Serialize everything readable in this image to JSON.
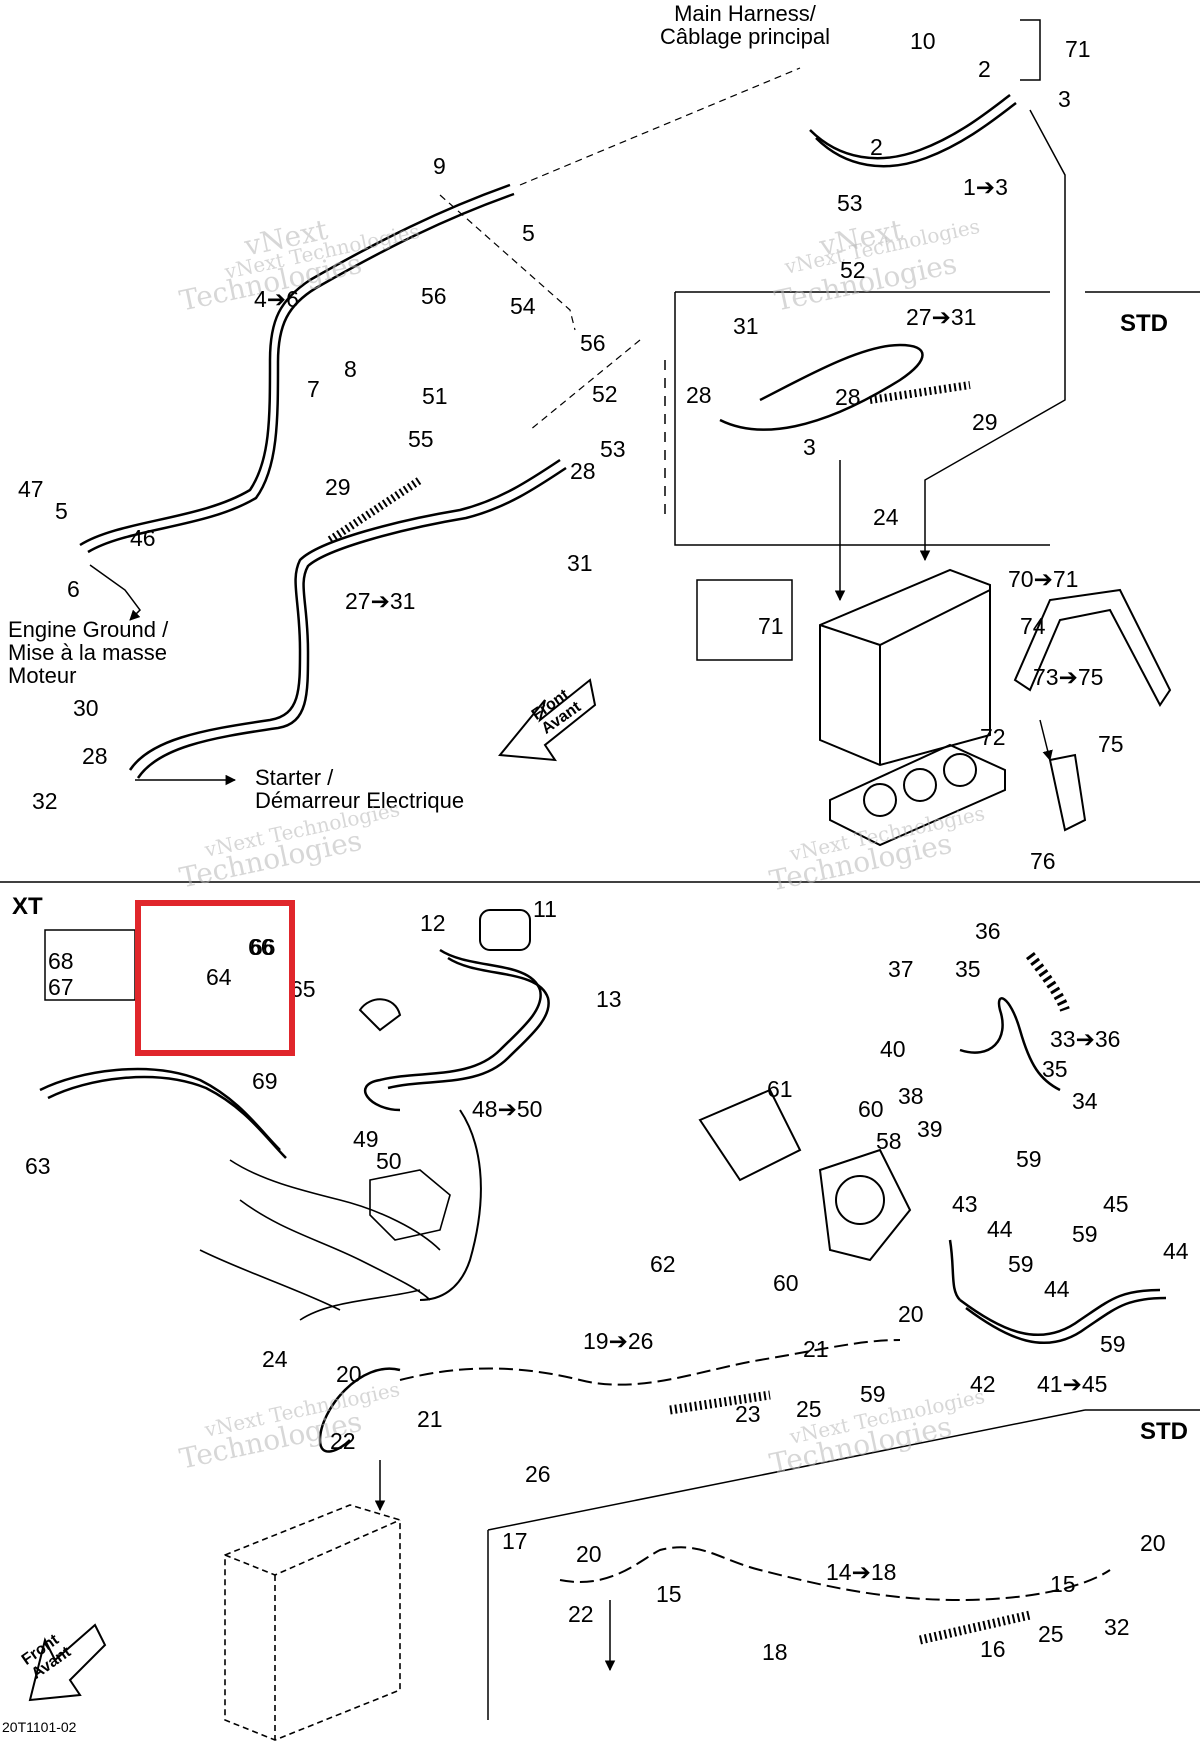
{
  "diagram": {
    "callouts": {
      "main_harness": "Main Harness/\nCâblage principal",
      "engine_ground": "Engine Ground /\nMise à la masse\nMoteur",
      "starter": "Starter /\nDémarreur Electrique"
    },
    "section_labels": {
      "std_top": "STD",
      "xt": "XT",
      "std_bottom": "STD"
    },
    "front_arrow": "Front\nAvant",
    "watermark": {
      "line1": "vNext Technologies",
      "line2": "Technologies",
      "line3": "vNext"
    },
    "figure_code": "20T1101-02",
    "highlight_color": "#e0262b",
    "top_labels": [
      "10",
      "71",
      "2",
      "3",
      "2",
      "1➔3",
      "9",
      "5",
      "53",
      "52",
      "4➔6",
      "56",
      "54",
      "56",
      "8",
      "7",
      "51",
      "52",
      "55",
      "53",
      "28",
      "31",
      "27➔31",
      "28",
      "29",
      "3",
      "28",
      "29",
      "24",
      "47",
      "5",
      "46",
      "6",
      "27➔31",
      "31",
      "70➔71",
      "71",
      "74",
      "73➔75",
      "72",
      "75",
      "30",
      "28",
      "32",
      "76"
    ],
    "bottom_labels": [
      "11",
      "12",
      "13",
      "36",
      "37",
      "35",
      "33➔36",
      "40",
      "35",
      "38",
      "34",
      "39",
      "59",
      "66",
      "68",
      "64",
      "67",
      "65",
      "69",
      "63",
      "48➔50",
      "49",
      "50",
      "61",
      "60",
      "58",
      "62",
      "60",
      "43",
      "44",
      "45",
      "59",
      "44",
      "59",
      "44",
      "59",
      "20",
      "19➔26",
      "21",
      "59",
      "42",
      "41➔45",
      "24",
      "20",
      "21",
      "22",
      "23",
      "25",
      "26",
      "17",
      "20",
      "22",
      "15",
      "18",
      "14➔18",
      "16",
      "15",
      "20",
      "25",
      "32"
    ]
  }
}
